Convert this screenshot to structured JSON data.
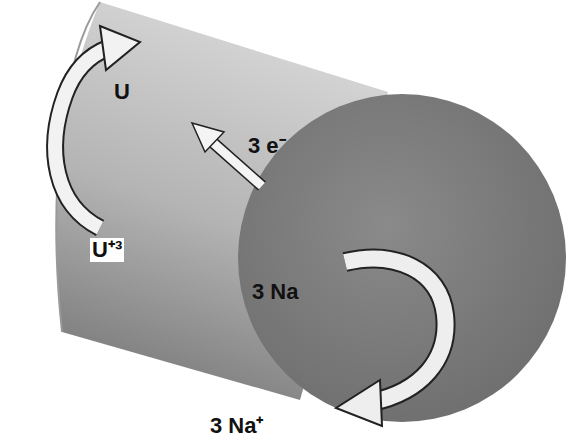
{
  "diagram": {
    "labels": [
      "U",
      "U⁺³",
      "3 e⁻",
      "3 Na",
      "3 Na⁺"
    ]
  }
}
